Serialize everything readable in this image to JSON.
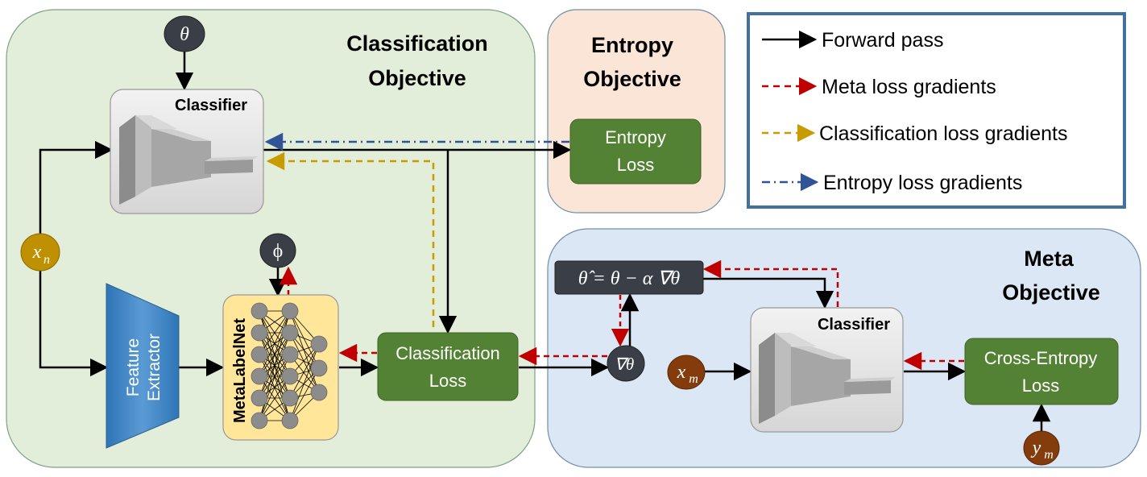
{
  "regions": {
    "classification": {
      "title_line1": "Classification",
      "title_line2": "Objective"
    },
    "entropy": {
      "title_line1": "Entropy",
      "title_line2": "Objective"
    },
    "meta": {
      "title_line1": "Meta",
      "title_line2": "Objective"
    }
  },
  "nodes": {
    "classifier_top": "Classifier",
    "classifier_meta": "Classifier",
    "entropy_loss_1": "Entropy",
    "entropy_loss_2": "Loss",
    "classification_loss_1": "Classification",
    "classification_loss_2": "Loss",
    "cross_entropy_loss_1": "Cross-Entropy",
    "cross_entropy_loss_2": "Loss",
    "feature_extractor_1": "Feature",
    "feature_extractor_2": "Extractor",
    "metalabelnet": "MetaLabelNet",
    "update_rule": "θ̂ = θ − α ∇θ"
  },
  "symbols": {
    "theta": "θ",
    "phi": "ϕ",
    "grad_theta": "∇θ",
    "x_n_base": "x",
    "x_n_sub": "n",
    "x_m_base": "x",
    "x_m_sub": "m",
    "y_m_base": "y",
    "y_m_sub": "m"
  },
  "legend": {
    "items": [
      {
        "label": "Forward pass",
        "style": "solid",
        "color": "#000000"
      },
      {
        "label": "Meta loss gradients",
        "style": "dashed",
        "color": "#c00000"
      },
      {
        "label": "Classification loss gradients",
        "style": "dashed",
        "color": "#c89b00"
      },
      {
        "label": "Entropy loss gradients",
        "style": "dash-dot",
        "color": "#2f5597"
      }
    ]
  },
  "colors": {
    "green_region": "#e2eed9",
    "peach_region": "#fbe5d6",
    "blue_region": "#dbe7f4",
    "green_box": "#548235",
    "dark_node": "#3a3f47",
    "gold_node": "#bf9000",
    "brown_node": "#843c0c",
    "legend_border": "#41719c"
  }
}
